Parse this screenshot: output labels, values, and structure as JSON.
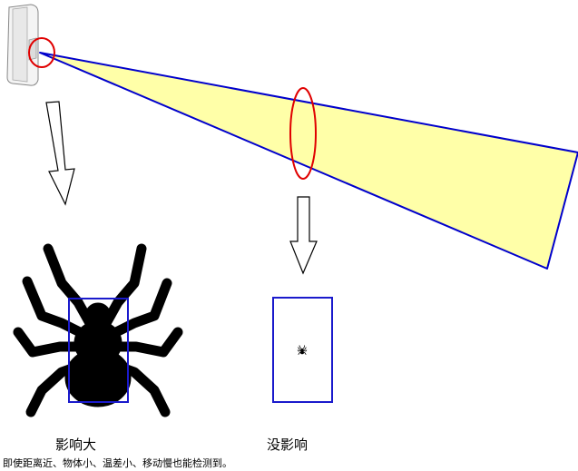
{
  "diagram": {
    "colors": {
      "beam_fill": "#FFFFA8",
      "beam_stroke": "#0000CC",
      "highlight": "#E00000",
      "frame": "#1A1ACC",
      "spider": "#000000",
      "arrow": "#000000"
    },
    "labels": {
      "near": "影响大",
      "far": "没影响"
    },
    "caption": "即使距离近、物体小、温差小、移动慢也能检测到。"
  }
}
